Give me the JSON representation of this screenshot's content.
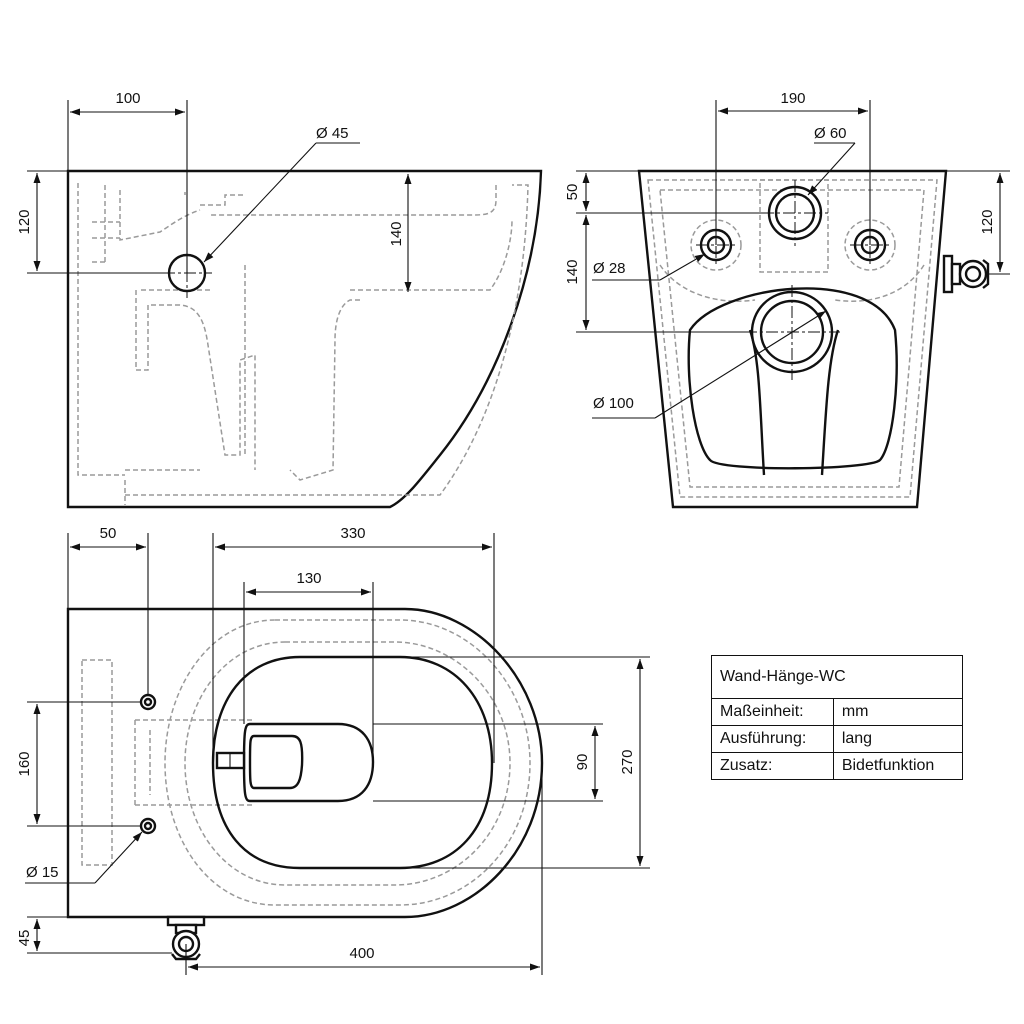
{
  "side_view": {
    "dim_width": "100",
    "dim_height_outlet": "120",
    "dim_height_inner": "140",
    "dia_outlet": "Ø 45"
  },
  "back_view": {
    "dim_width": "190",
    "dim_top": "50",
    "dim_height_holes": "140",
    "dim_height_right": "120",
    "dia_top": "Ø 60",
    "dia_side": "Ø 28",
    "dia_drain": "Ø 100"
  },
  "top_view": {
    "dim_edge": "50",
    "dim_span": "330",
    "dim_bidet": "130",
    "dim_holes": "160",
    "dim_inner": "90",
    "dim_depth": "270",
    "dim_connector": "45",
    "dim_total": "400",
    "dia_holes": "Ø 15"
  },
  "legend": {
    "title": "Wand-Hänge-WC",
    "rows": [
      {
        "key": "Maßeinheit:",
        "value": "mm"
      },
      {
        "key": "Ausführung:",
        "value": "lang"
      },
      {
        "key": "Zusatz:",
        "value": "Bidetfunktion"
      }
    ]
  }
}
